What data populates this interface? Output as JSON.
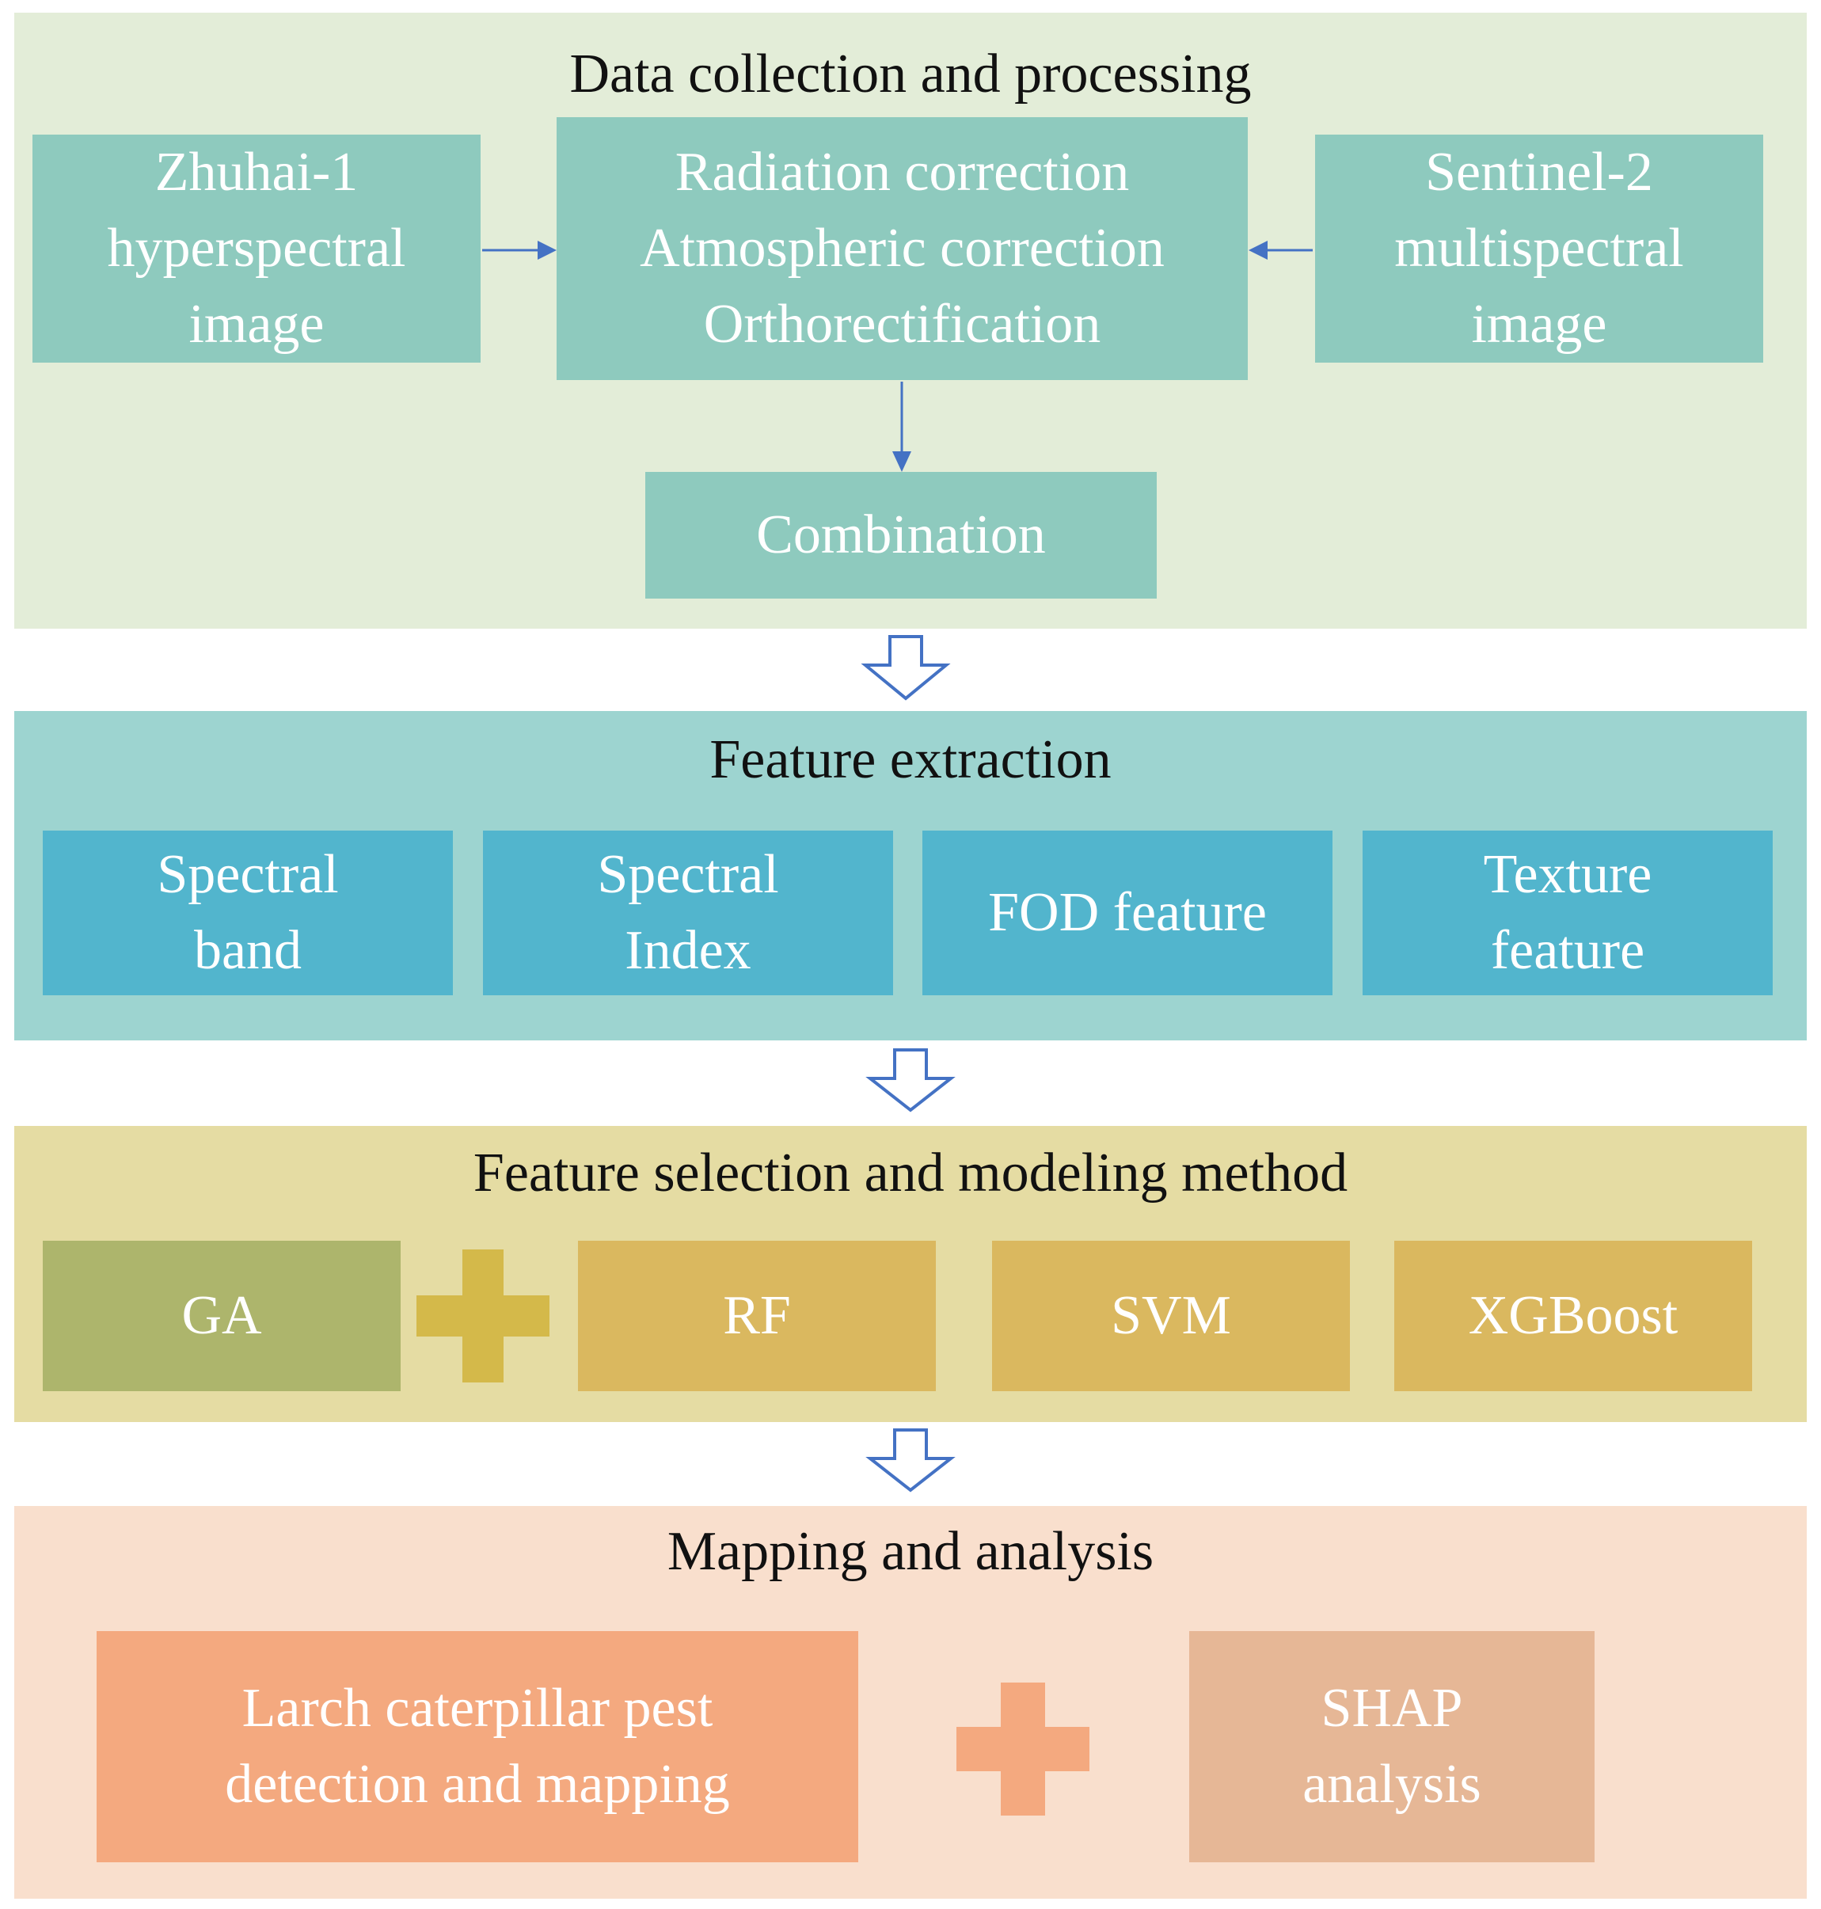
{
  "colors": {
    "stage1_bg": "#e3edd8",
    "stage1_box": "#8ecabe",
    "stage2_bg": "#9dd4d0",
    "stage2_box": "#52b5cd",
    "stage3_bg": "#e5dca3",
    "stage3_ga": "#adb56c",
    "stage3_box": "#dab85f",
    "stage3_plus": "#d4b94a",
    "stage4_bg": "#f9dfcd",
    "stage4_box1": "#f4a97f",
    "stage4_box2": "#e6b796",
    "stage4_plus": "#f4a97f",
    "arrow": "#4472c4"
  },
  "stages": {
    "data_collection": {
      "title": "Data collection and processing",
      "zhuhai": [
        "Zhuhai-1",
        "hyperspectral",
        "image"
      ],
      "correction": [
        "Radiation  correction",
        "Atmospheric  correction",
        "Orthorectification"
      ],
      "sentinel": [
        "Sentinel-2",
        "multispectral",
        "image"
      ],
      "combination": "Combination"
    },
    "feature_extraction": {
      "title": "Feature  extraction",
      "spectral_band": [
        "Spectral",
        "band"
      ],
      "spectral_index": [
        "Spectral",
        "Index"
      ],
      "fod_feature": [
        "FOD  feature"
      ],
      "texture_feature": [
        "Texture",
        "feature"
      ]
    },
    "feature_selection": {
      "title": "Feature  selection and modeling  method",
      "ga": "GA",
      "rf": "RF",
      "svm": "SVM",
      "xgboost": "XGBoost"
    },
    "mapping": {
      "title": "Mapping  and  analysis",
      "pest_detection": [
        "Larch  caterpillar  pest",
        "detection  and  mapping"
      ],
      "shap": [
        "SHAP",
        "analysis"
      ]
    }
  }
}
